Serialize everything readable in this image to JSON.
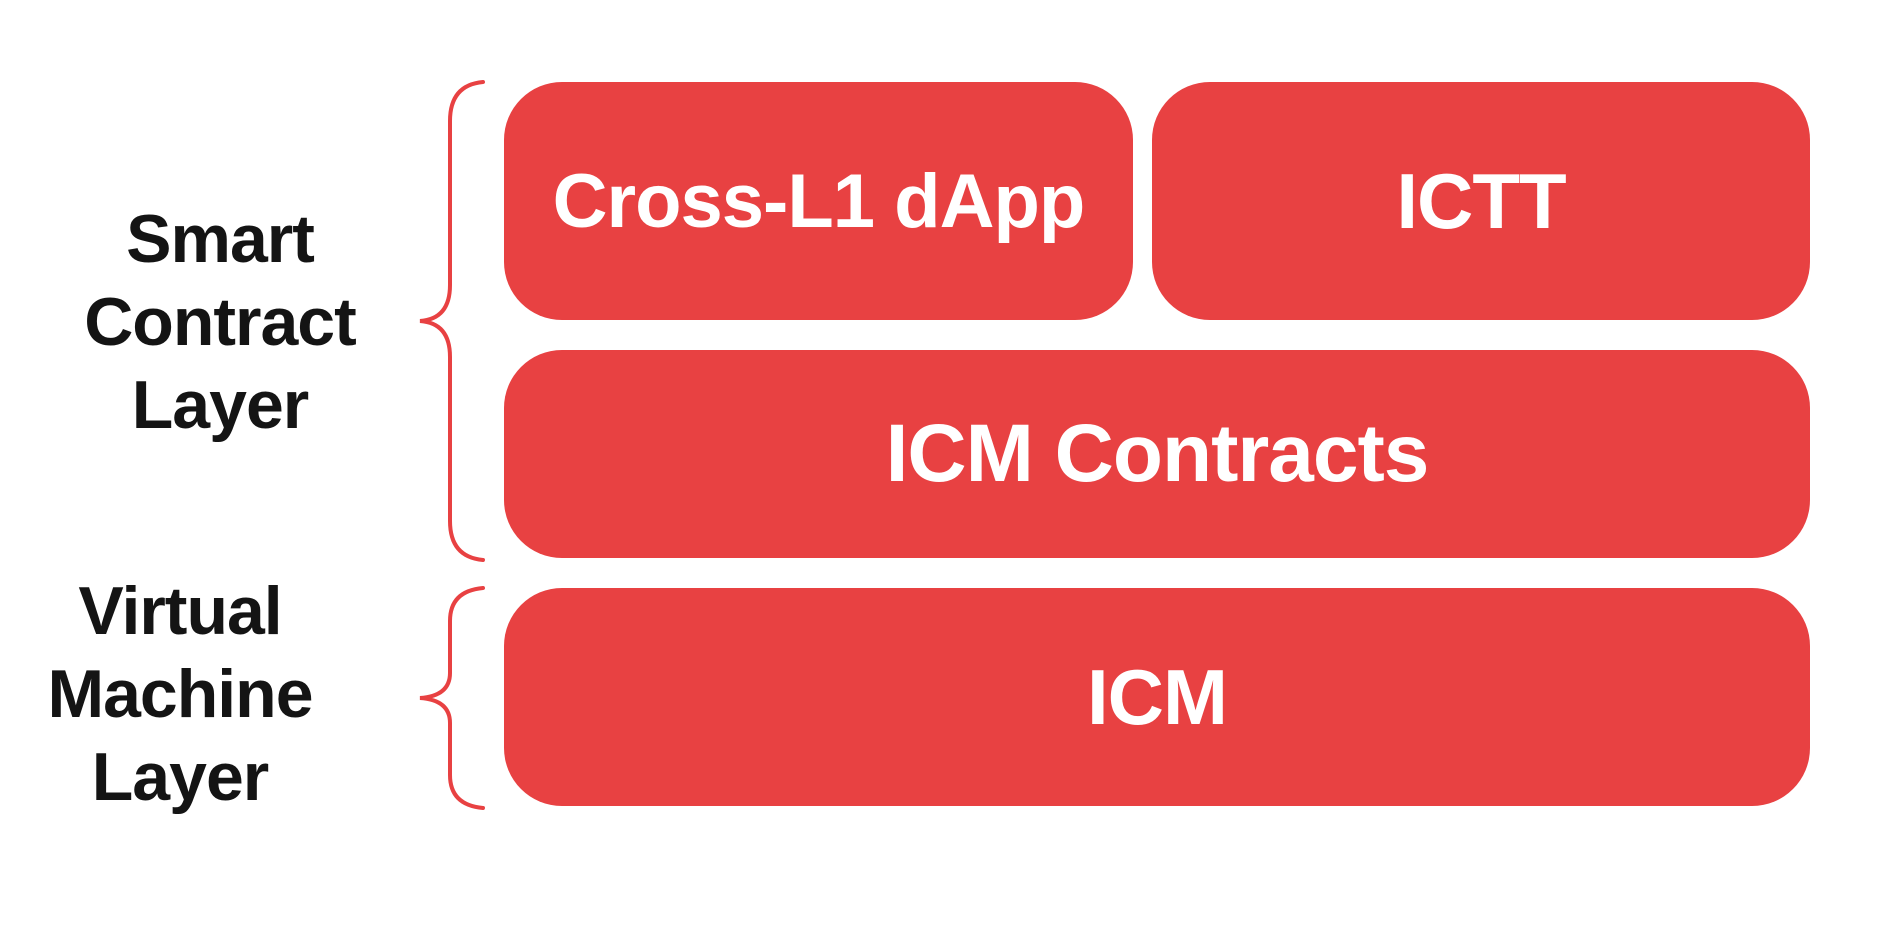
{
  "diagram": {
    "title_none_visible": "",
    "colors": {
      "background": "#FFFFFF",
      "box_red": "#E84142",
      "brace_red": "#E84142",
      "label_text": "#141414",
      "box_text": "#FFFFFF"
    },
    "layers": {
      "smart_contract": {
        "label": "Smart Contract Layer"
      },
      "virtual_machine": {
        "label": "Virtual Machine Layer"
      }
    },
    "boxes": {
      "cross_l1_dapp": {
        "label": "Cross-L1 dApp",
        "layer": "Smart Contract Layer"
      },
      "ictt": {
        "label": "ICTT",
        "layer": "Smart Contract Layer"
      },
      "icm_contracts": {
        "label": "ICM Contracts",
        "layer": "Smart Contract Layer"
      },
      "icm": {
        "label": "ICM",
        "layer": "Virtual Machine Layer"
      }
    }
  }
}
